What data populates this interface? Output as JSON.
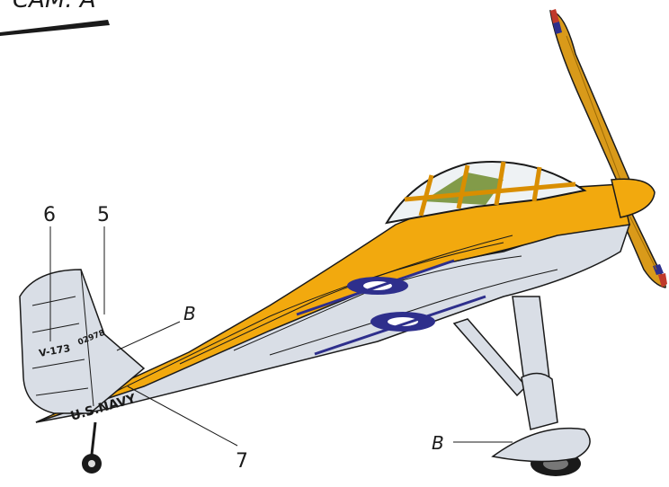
{
  "caption": "CAM. A",
  "callouts": {
    "c5": "5",
    "c6": "6",
    "c7": "7",
    "b_tail": "B",
    "b_wheel": "B"
  },
  "markings": {
    "tail_code": "V-173",
    "serial": "02978",
    "navy": "U.S.NAVY"
  },
  "colors": {
    "orange": "#F2A90E",
    "orange_dark": "#D98E00",
    "grey": "#D9DEE6",
    "grey_dark": "#B9C0CC",
    "navy_blue": "#2E2F8C",
    "canopy_green": "#6E8C2A",
    "outline": "#1a1a1a"
  }
}
